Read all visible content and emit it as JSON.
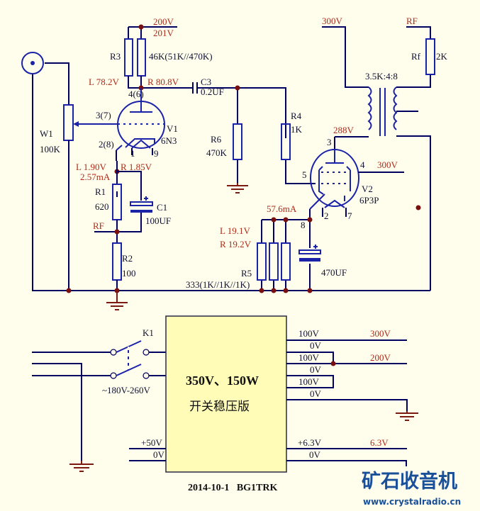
{
  "v1": {
    "supply_top": "200V",
    "supply_measured": "201V",
    "r3_name": "R3",
    "r3_value": "46K(51K//470K)",
    "anode_left": "L 78.2V",
    "anode_right": "R 80.8V",
    "pin_anode": "4(6)",
    "pin_grid": "3(7)",
    "pin_cathode": "2(8)",
    "heater_pin1": "1",
    "heater_pin2": "9",
    "name": "V1",
    "type": "6N3",
    "cathode_left": "L 1.90V",
    "cathode_right": "R 1.85V",
    "cathode_current": "2.57mA",
    "r1_name": "R1",
    "r1_value": "620",
    "c1_name": "C1",
    "c1_value": "100UF",
    "rf_label": "RF",
    "r2_name": "R2",
    "r2_value": "100",
    "w1_name": "W1",
    "w1_value": "100K"
  },
  "coupling": {
    "c3_name": "C3",
    "c3_value": "0.2UF",
    "r6_name": "R6",
    "r6_value": "470K",
    "r4_name": "R4",
    "r4_value": "1K"
  },
  "v2": {
    "plate_voltage": "288V",
    "pin_plate": "3",
    "pin_screen": "4",
    "screen_supply": "300V",
    "pin_grid": "5",
    "name": "V2",
    "type": "6P3P",
    "pin_h1": "2",
    "pin_h2": "7",
    "pin_cathode": "8",
    "cathode_current": "57.6mA",
    "cathode_left": "L 19.1V",
    "cathode_right": "R 19.2V",
    "r5_name": "R5",
    "r5_value": "333(1K//1K//1K)",
    "cap_value": "470UF"
  },
  "output": {
    "supply": "300V",
    "transformer_ratio": "3.5K:4:8",
    "rf_label": "RF",
    "rf_name": "Rf",
    "rf_value": "2K"
  },
  "psu": {
    "switch_name": "K1",
    "mains_range": "~180V-260V",
    "title": "350V、150W",
    "subtitle": "开关稳压版",
    "outputs": [
      {
        "label": "100V",
        "net": "300V"
      },
      {
        "label": "0V"
      },
      {
        "label": "100V",
        "net": "200V"
      },
      {
        "label": "0V"
      },
      {
        "label": "100V"
      },
      {
        "label": "0V"
      }
    ],
    "aux_left_pos": "+50V",
    "aux_left_zero": "0V",
    "aux_right_pos": "+6.3V",
    "aux_right_zero": "0V",
    "aux_right_net": "6.3V"
  },
  "footer": {
    "date_author": "2014-10-1   BG1TRK"
  },
  "watermark": {
    "title": "矿石收音机",
    "url": "www.crystalradio.cn"
  }
}
